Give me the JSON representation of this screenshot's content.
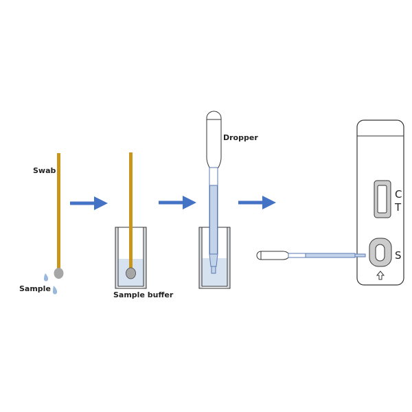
{
  "labels": {
    "swab": "Swab",
    "sample": "Sample",
    "sample_buffer": "Sample buffer",
    "dropper": "Dropper",
    "control_line": "C",
    "test_line": "T",
    "sample_well": "S"
  },
  "icons": {
    "flow_arrow": "up-arrow-icon"
  },
  "colors": {
    "swab_stick": "#c8961a",
    "swab_head": "#a6a6a6",
    "arrow": "#4472c4",
    "liquid": "#d6e2f0",
    "drop": "#9ab8dc"
  }
}
